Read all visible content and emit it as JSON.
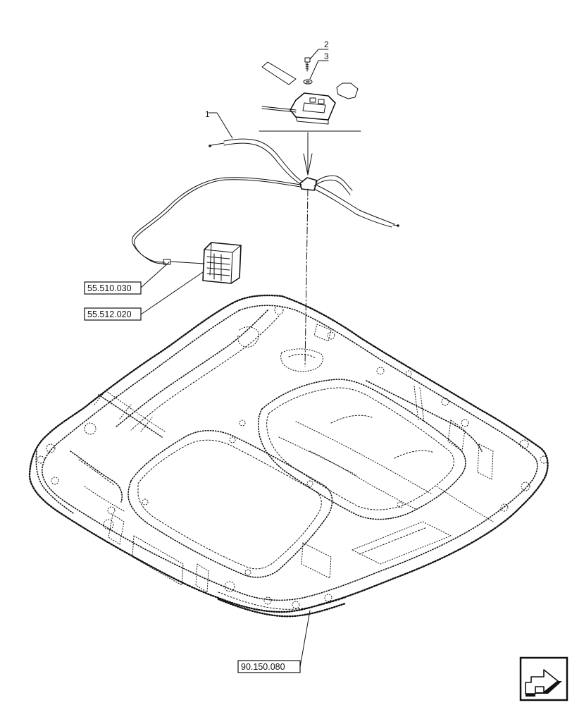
{
  "callouts": {
    "item1": "1",
    "item2": "2",
    "item3": "3"
  },
  "references": {
    "ref_radio": "55.510.030",
    "ref_harness": "55.512.020",
    "ref_roof": "90.150.080"
  },
  "navigation": {
    "next_icon": "next-page-arrow-icon"
  }
}
